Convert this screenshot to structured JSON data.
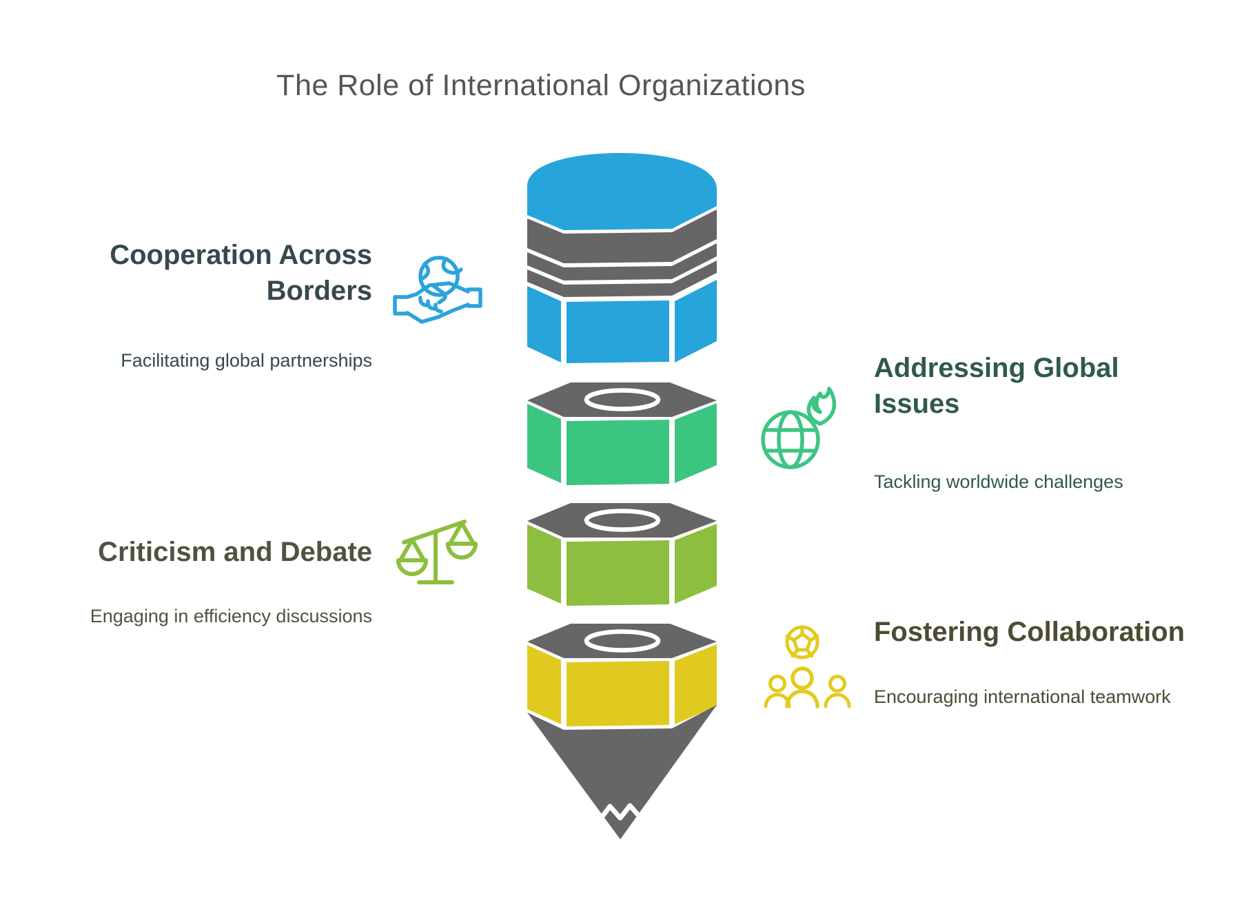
{
  "page": {
    "title": "The Role of International Organizations",
    "title_color": "#555555",
    "background": "#ffffff"
  },
  "pencil": {
    "eraser_color": "#27A4DA",
    "ferrule_color": "#666666",
    "top_face_color": "#666666",
    "tip_color": "#666666",
    "ring_color": "#ffffff",
    "segments": [
      {
        "name": "segment-1-eraser",
        "color": "#27A4DA"
      },
      {
        "name": "segment-2-nut",
        "color": "#3CC481"
      },
      {
        "name": "segment-3-nut",
        "color": "#8DBE3F"
      },
      {
        "name": "segment-4-nut",
        "color": "#E0CA20"
      }
    ]
  },
  "sections": [
    {
      "title": "Cooperation Across Borders",
      "subtitle": "Facilitating global partnerships",
      "side": "left",
      "icon": "handshake-globe-icon",
      "icon_color": "#2BA3DB",
      "text_color": "#37474E"
    },
    {
      "title": "Addressing Global Issues",
      "subtitle": "Tackling worldwide challenges",
      "side": "right",
      "icon": "globe-flame-icon",
      "icon_color": "#3CC583",
      "text_color": "#2F5A47"
    },
    {
      "title": "Criticism and Debate",
      "subtitle": "Engaging in efficiency discussions",
      "side": "left",
      "icon": "balance-scale-icon",
      "icon_color": "#8DBE3E",
      "text_color": "#4E5340"
    },
    {
      "title": "Fostering Collaboration",
      "subtitle": "Encouraging international teamwork",
      "side": "right",
      "icon": "team-ball-icon",
      "icon_color": "#E2CB1E",
      "text_color": "#4C4B33"
    }
  ]
}
